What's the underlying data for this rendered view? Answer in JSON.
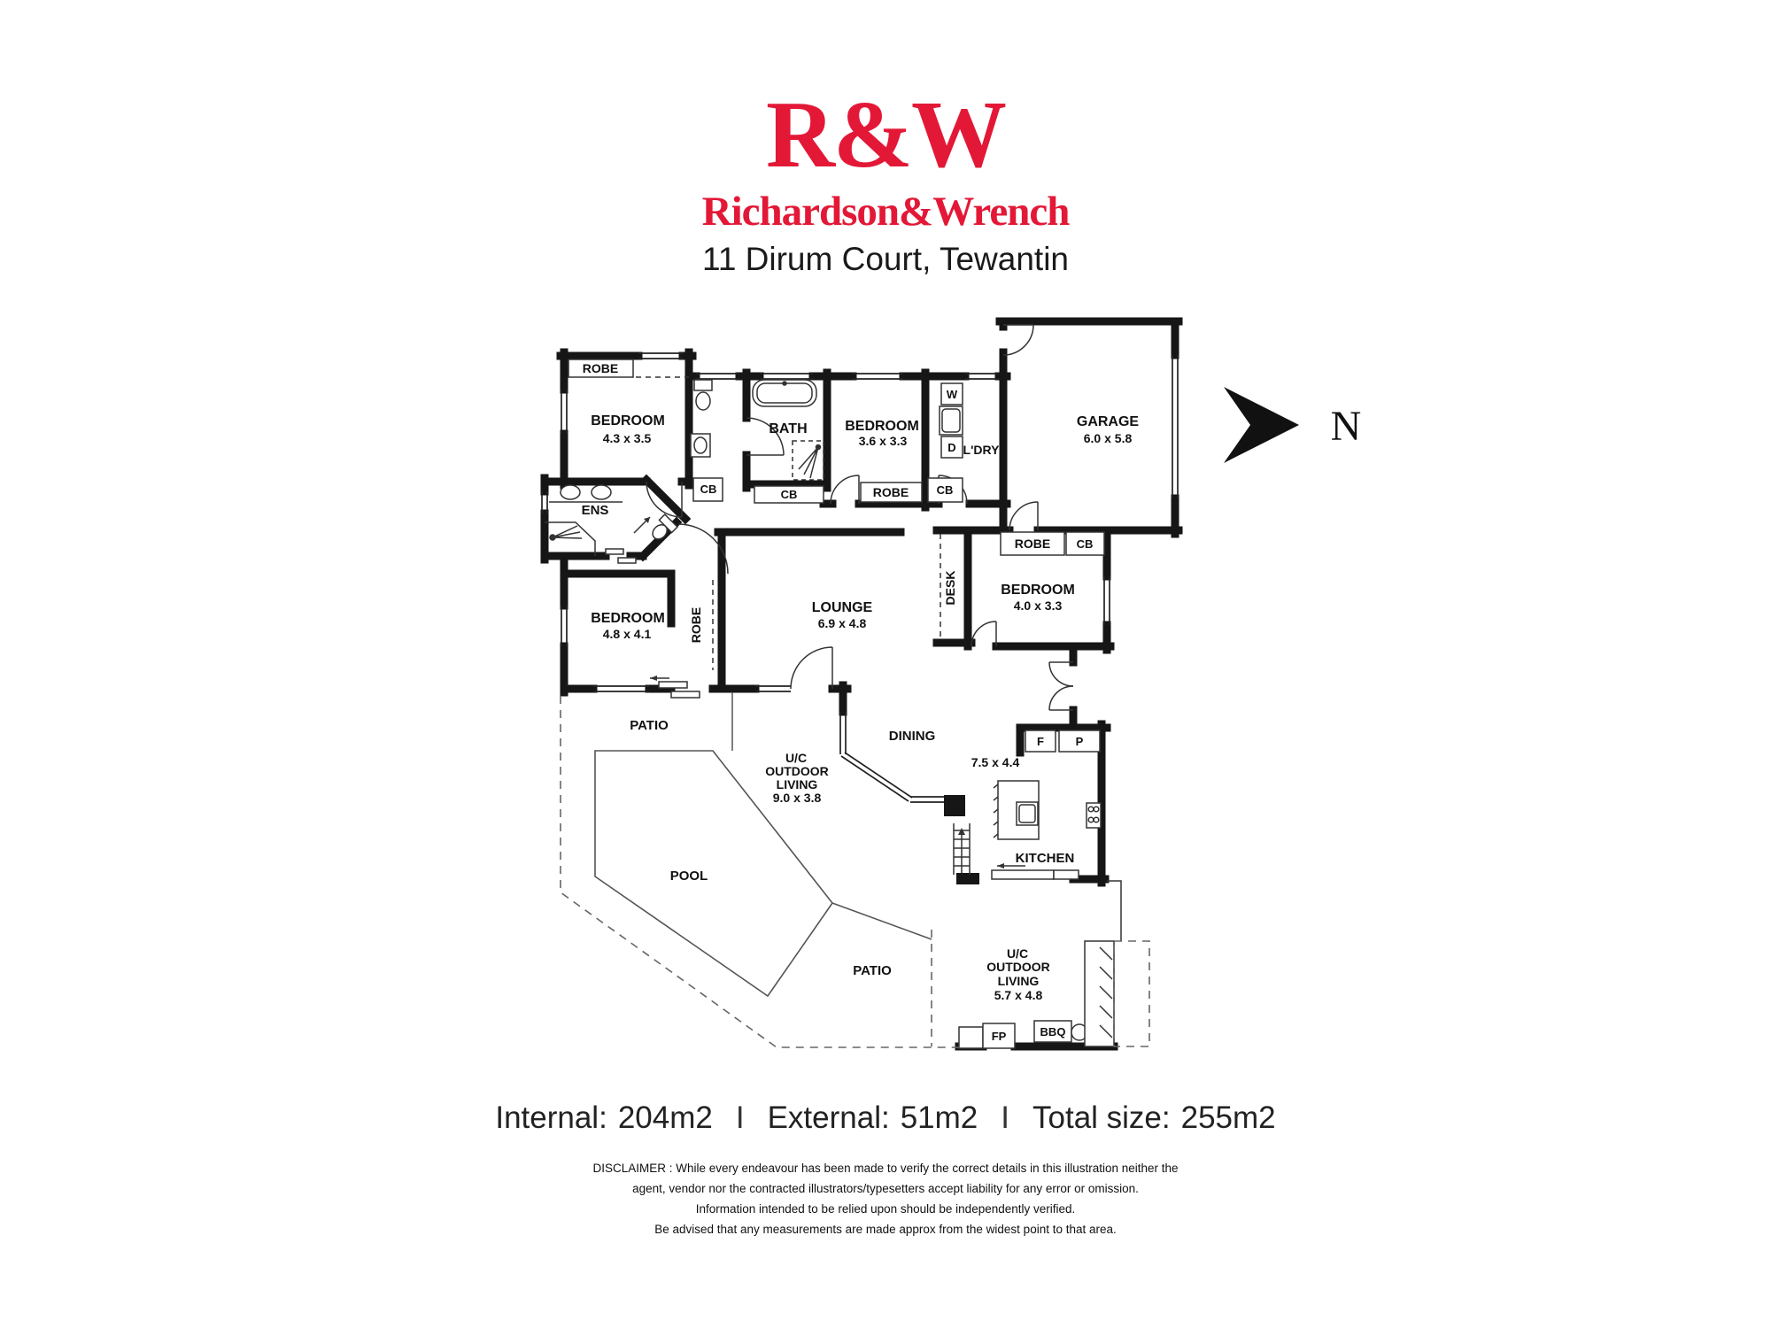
{
  "header": {
    "logo_short": "R&W",
    "logo_full": "Richardson&Wrench",
    "address": "11 Dirum Court, Tewantin"
  },
  "compass": {
    "north": "N"
  },
  "plan": {
    "labels": {
      "bedroom1": {
        "name": "BEDROOM",
        "dims": "4.3 x 3.5"
      },
      "bedroom2": {
        "name": "BEDROOM",
        "dims": "3.6 x 3.3"
      },
      "bedroom3": {
        "name": "BEDROOM",
        "dims": "4.0 x 3.3"
      },
      "bedroom4": {
        "name": "BEDROOM",
        "dims": "4.8 x 4.1"
      },
      "garage": {
        "name": "GARAGE",
        "dims": "6.0 x 5.8"
      },
      "lounge": {
        "name": "LOUNGE",
        "dims": "6.9 x 4.8"
      },
      "kitchen": {
        "name": "KITCHEN",
        "dims": "7.5 x 4.4"
      },
      "bath": {
        "name": "BATH"
      },
      "ens": {
        "name": "ENS"
      },
      "laundry": {
        "name": "L'DRY"
      },
      "desk": {
        "name": "DESK"
      },
      "dining": {
        "name": "DINING"
      },
      "pool": {
        "name": "POOL"
      },
      "patio_left": {
        "name": "PATIO"
      },
      "patio_bottom": {
        "name": "PATIO"
      },
      "outdoor_living_1": {
        "line1": "U/C",
        "line2": "OUTDOOR",
        "line3": "LIVING",
        "dims": "9.0 x 3.8"
      },
      "outdoor_living_2": {
        "line1": "U/C",
        "line2": "OUTDOOR",
        "line3": "LIVING",
        "dims": "5.7 x 4.8"
      },
      "robe_bedroom1": "ROBE",
      "robe_bedroom2": "ROBE",
      "robe_bedroom3": "ROBE",
      "robe_hall": "ROBE",
      "cb_hall": "CB",
      "cb_bath": "CB",
      "cb_laundry": "CB",
      "cb_garage": "CB",
      "washer": "W",
      "dryer": "D",
      "fridge": "F",
      "pantry": "P",
      "fireplace": "FP",
      "bbq": "BBQ"
    }
  },
  "summary": {
    "separator": "I",
    "items": [
      {
        "label": "Internal:",
        "value": "204m2"
      },
      {
        "label": "External:",
        "value": "51m2"
      },
      {
        "label": "Total size:",
        "value": "255m2"
      }
    ]
  },
  "disclaimer": {
    "line1": "DISCLAIMER : While every endeavour has been made to verify the correct details in this illustration neither the",
    "line2": "agent, vendor nor the contracted illustrators/typesetters accept liability for any error or omission.",
    "line3": "Information intended to be relied upon should be independently verified.",
    "line4": "Be advised that any measurements are made approx from the widest point to that area."
  }
}
